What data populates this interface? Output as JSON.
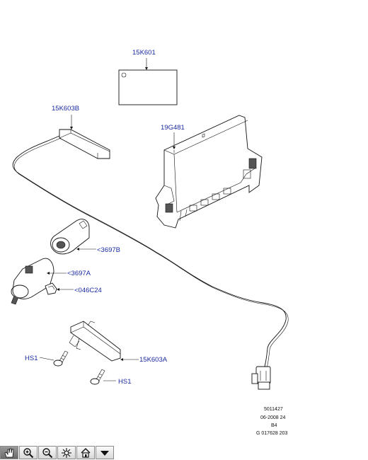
{
  "labels": {
    "module_top": "15K601",
    "control_module": "19G481",
    "antenna_top": "15K603B",
    "switch_b": "<3697B",
    "switch_a": "<3697A",
    "clip": "<046C24",
    "bolt_left": "HS1",
    "bolt_right": "HS1",
    "antenna_bottom": "15K603A"
  },
  "reference": {
    "line1": "5011427",
    "line2": "06-2008 24",
    "line3": "B4",
    "line4": "G 017628 203"
  },
  "toolbar": [
    {
      "name": "pan-tool",
      "icon": "hand-icon"
    },
    {
      "name": "zoom-in",
      "icon": "zoom-in-icon"
    },
    {
      "name": "zoom-out",
      "icon": "zoom-out-icon"
    },
    {
      "name": "fit-all",
      "icon": "fit-icon"
    },
    {
      "name": "home",
      "icon": "home-icon"
    },
    {
      "name": "menu",
      "icon": "dropdown-icon"
    }
  ],
  "colors": {
    "label": "#1a2aa0",
    "line": "#111111",
    "background": "#ffffff"
  }
}
